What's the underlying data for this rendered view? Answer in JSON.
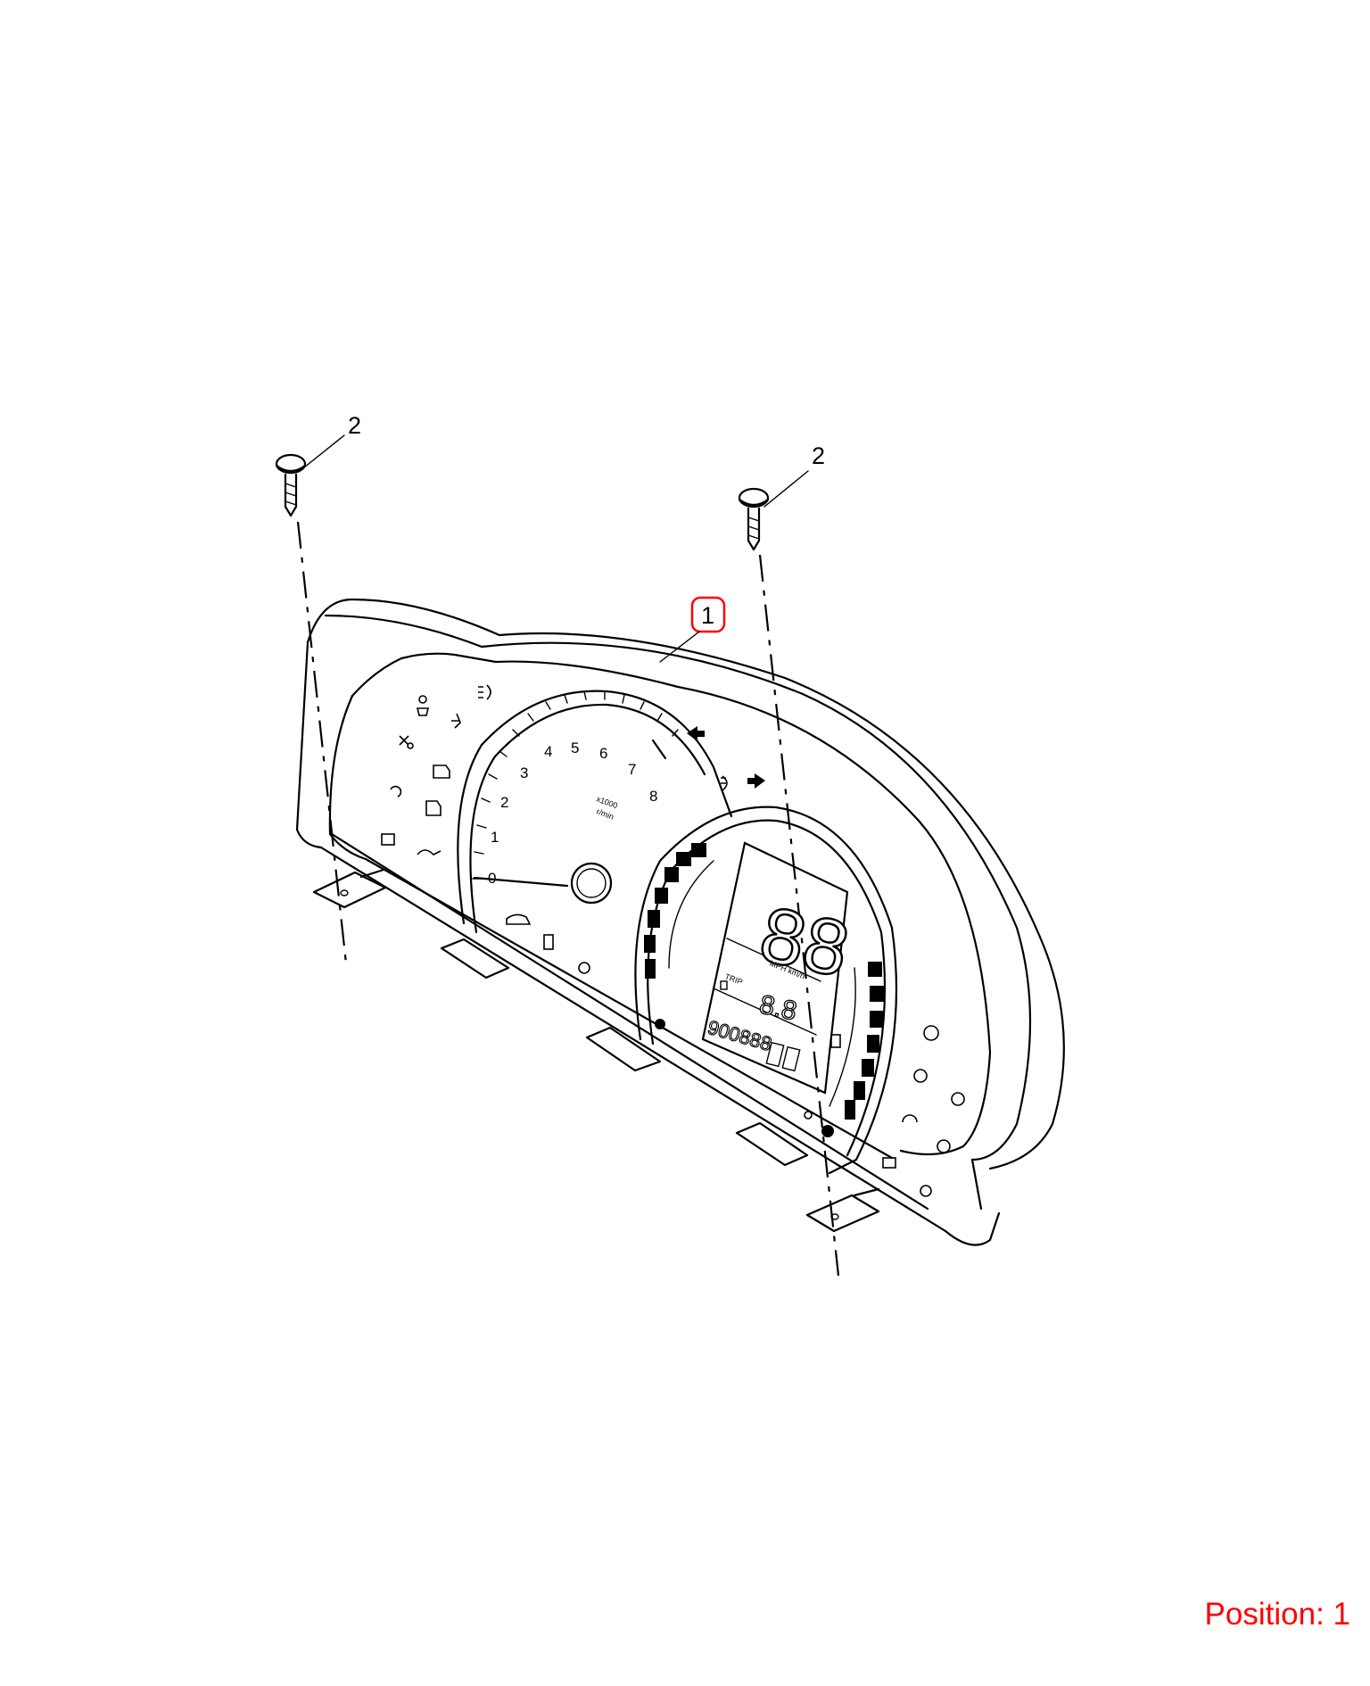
{
  "callouts": {
    "part_1": "1",
    "part_2_left": "2",
    "part_2_right": "2"
  },
  "tachometer": {
    "ticks": [
      "0",
      "1",
      "2",
      "3",
      "4",
      "5",
      "6",
      "7",
      "8"
    ],
    "unit_line1": "x1000",
    "unit_line2": "r/min"
  },
  "display": {
    "speed_digits": "88",
    "speed_unit": "MPH km/h",
    "trip_label": "TRIP",
    "trip_value": "8.8",
    "odo_value": "900888"
  },
  "position": {
    "label": "Position:",
    "value": "1"
  },
  "colors": {
    "line": "#000000",
    "highlight": "#ff0000"
  },
  "icons": [
    "seatbelt-icon",
    "fog-light-icon",
    "airbag-icon",
    "engine-icon",
    "steering-icon",
    "battery-icon",
    "oil-can-icon",
    "door-ajar-icon",
    "turn-left-icon",
    "turn-right-icon",
    "fuel-pump-icon",
    "abs-icon",
    "brake-icon",
    "tpms-icon",
    "cruise-icon"
  ]
}
